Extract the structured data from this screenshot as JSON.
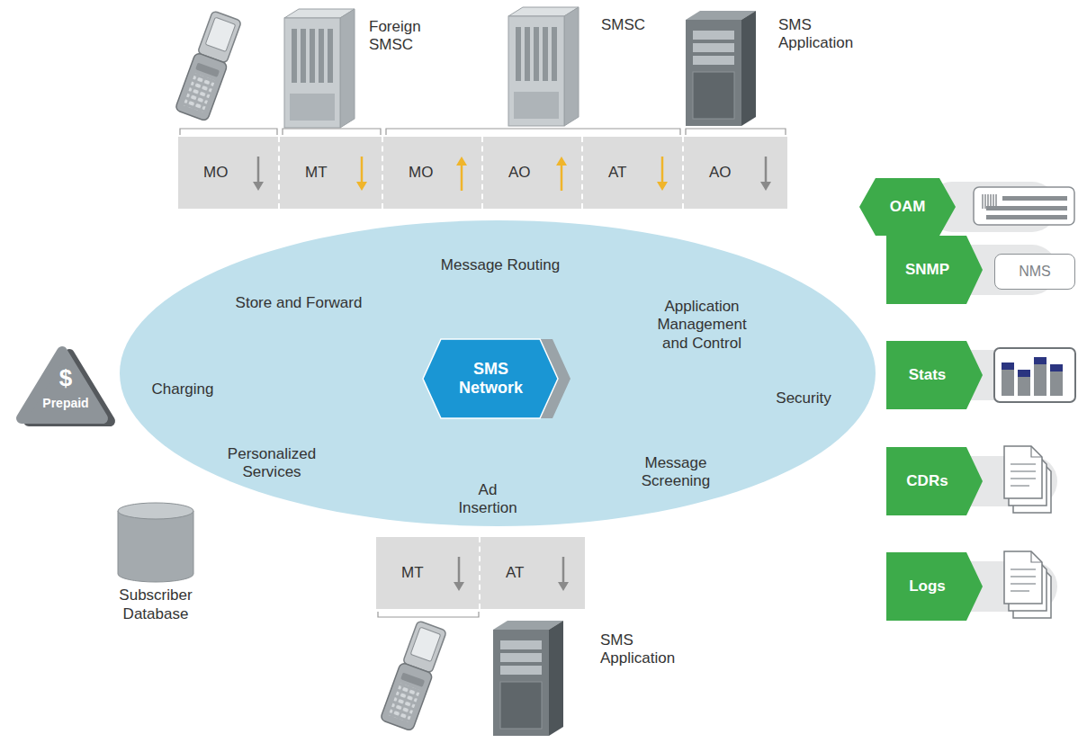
{
  "diagram": {
    "nodes": [
      {
        "text": [
          "Foreign SMSC"
        ]
      },
      {
        "text": [
          "SMSC"
        ]
      },
      {
        "text": [
          "SMS Application"
        ]
      },
      {
        "text": [
          "MO"
        ]
      },
      {
        "text": [
          "MT"
        ]
      },
      {
        "text": [
          "MO"
        ]
      },
      {
        "text": [
          "AO"
        ]
      },
      {
        "text": [
          "AT"
        ]
      },
      {
        "text": [
          "AO"
        ]
      },
      {
        "text": [
          "Message Routing",
          "Store and Forward",
          "Application Management and Control",
          "Charging",
          "Security",
          "Personalized Services",
          "Message Screening",
          "Ad Insertion"
        ]
      },
      {
        "text": [
          "SMS Network"
        ],
        "in": 9
      },
      {
        "text": [
          "$",
          "Prepaid"
        ]
      },
      {
        "text": [
          "Subscriber Database"
        ]
      },
      {
        "text": [
          "MT"
        ]
      },
      {
        "text": [
          "AT"
        ]
      },
      {
        "text": [
          "SMS Application"
        ]
      },
      {
        "text": [
          "OAM"
        ]
      },
      {
        "text": [
          "SNMP"
        ]
      },
      {
        "text": [
          "NMS"
        ]
      },
      {
        "text": [
          "Stats"
        ]
      },
      {
        "text": [
          "CDRs"
        ]
      },
      {
        "text": [
          "Logs"
        ]
      }
    ]
  }
}
